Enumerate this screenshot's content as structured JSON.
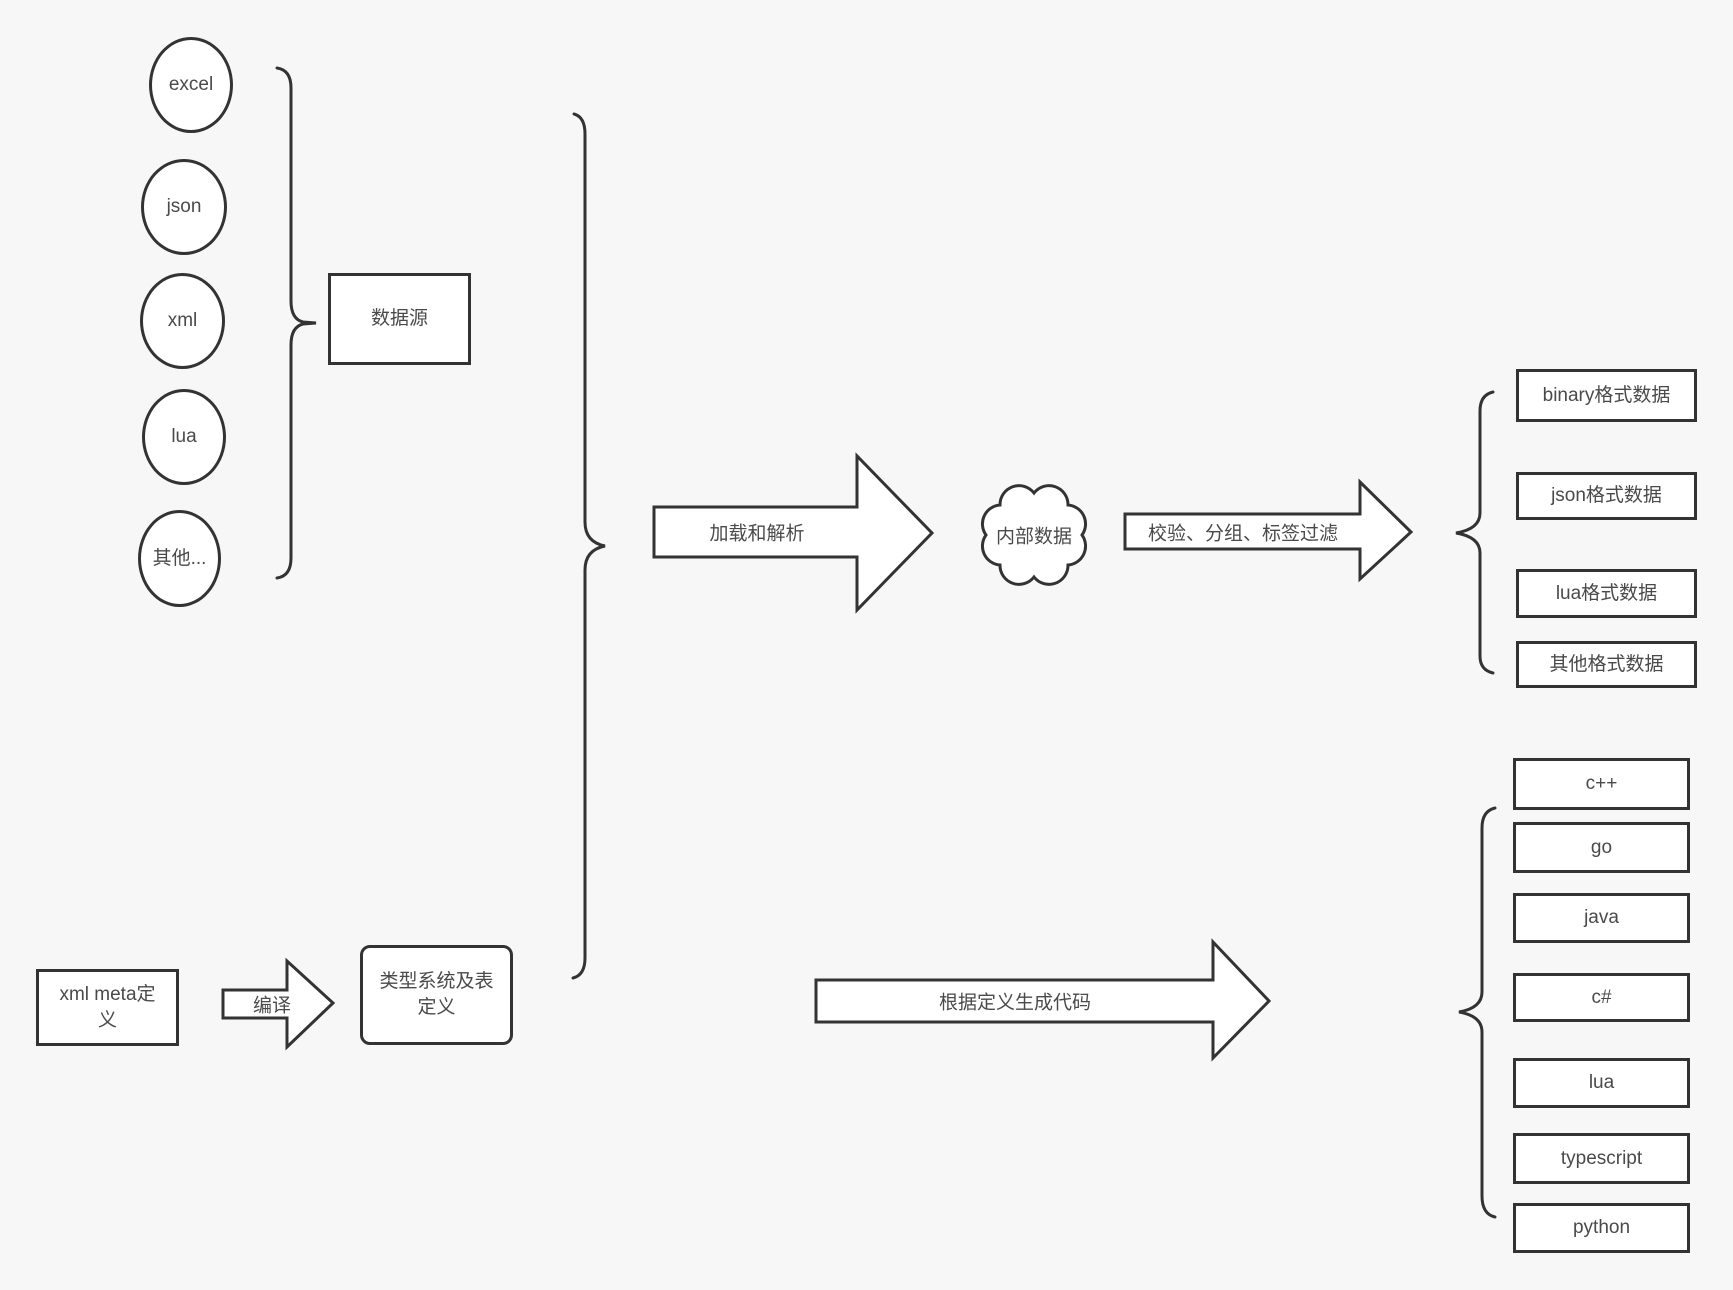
{
  "canvas": {
    "background": "#f7f7f7",
    "stroke_color": "#333333",
    "node_fill": "#ffffff",
    "text_color": "#4a4a4a"
  },
  "data_sources": {
    "group_label": "数据源",
    "items": [
      "excel",
      "json",
      "xml",
      "lua",
      "其他..."
    ]
  },
  "pipeline": {
    "load_arrow_label": "加载和解析",
    "internal_data_label": "内部数据",
    "filter_arrow_label": "校验、分组、标签过滤"
  },
  "output_formats": {
    "items": [
      "binary格式数据",
      "json格式数据",
      "lua格式数据",
      "其他格式数据"
    ]
  },
  "definitions": {
    "xml_meta_label": "xml meta定义",
    "compile_arrow_label": "编译",
    "type_system_label": "类型系统及表定义",
    "generate_arrow_label": "根据定义生成代码"
  },
  "languages": {
    "items": [
      "c++",
      "go",
      "java",
      "c#",
      "lua",
      "typescript",
      "python"
    ]
  }
}
